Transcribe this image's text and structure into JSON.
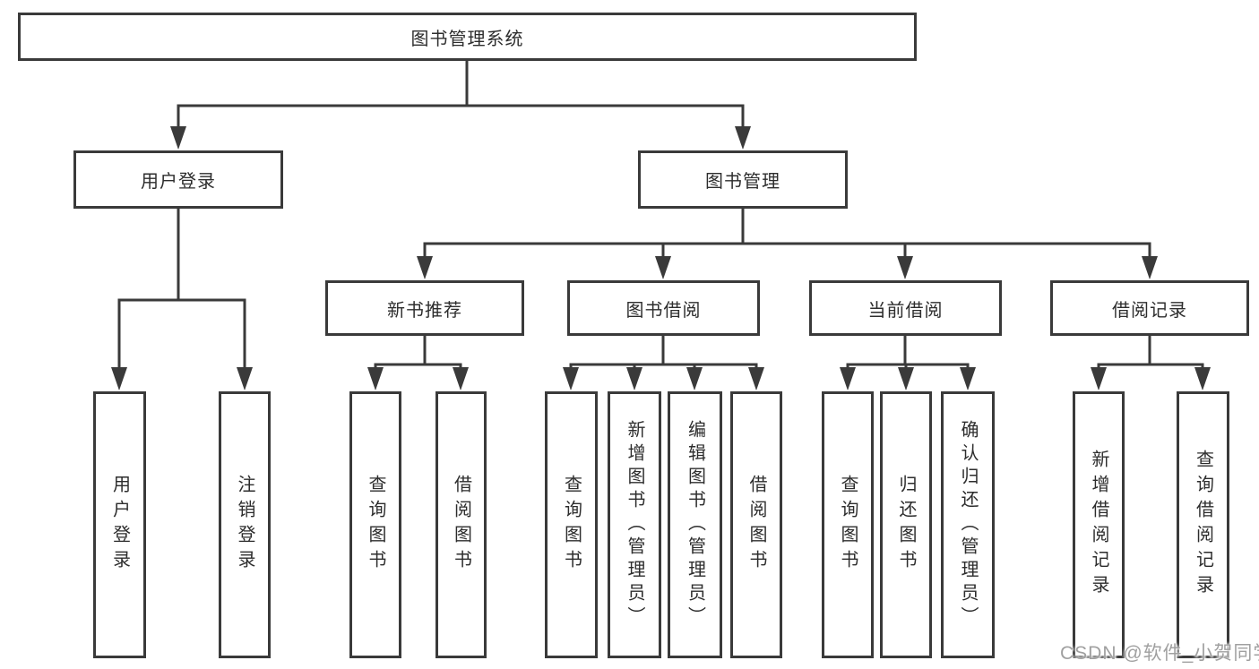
{
  "root": "图书管理系统",
  "login": {
    "label": "用户登录",
    "children": [
      "用户登录",
      "注销登录"
    ]
  },
  "mgmt": {
    "label": "图书管理"
  },
  "groups": [
    {
      "label": "新书推荐",
      "children": [
        "查询图书",
        "借阅图书"
      ]
    },
    {
      "label": "图书借阅",
      "children": [
        "查询图书",
        "新增图书（管理员）",
        "编辑图书（管理员）",
        "借阅图书"
      ]
    },
    {
      "label": "当前借阅",
      "children": [
        "查询图书",
        "归还图书",
        "确认归还（管理员）"
      ]
    },
    {
      "label": "借阅记录",
      "children": [
        "新增借阅记录",
        "查询借阅记录"
      ]
    }
  ],
  "watermark": "CSDN @软件_小贺同学",
  "colors": {
    "line": "#3a3a3a",
    "text": "#2d2d2d",
    "watermark": "#a0a0a0"
  }
}
